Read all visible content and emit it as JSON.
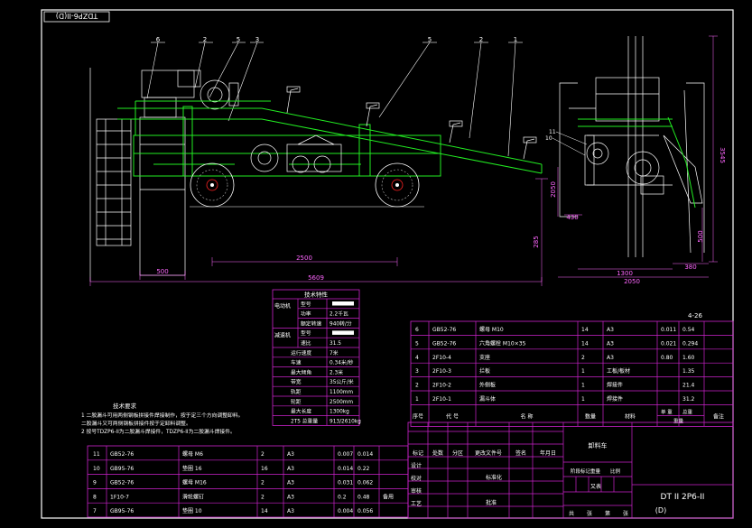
{
  "colors": {
    "background": "#000000",
    "frame": "#ffffff",
    "table": "#cc22cc",
    "structure": "#22ee22",
    "text": "#ffffff",
    "dimension": "#ff66ff",
    "detail": "#bbbbbb",
    "accent": "#ff2222"
  },
  "drawing": {
    "header_code": "TDZP6-II(D)",
    "sheet_count": "4-26",
    "part_title": "卸料车",
    "drawing_number": "DT II 2P6-II",
    "drawing_sub": "(D)"
  },
  "callouts": [
    "6",
    "2",
    "5",
    "3",
    "5",
    "2",
    "1"
  ],
  "dimensions": {
    "front": [
      "500",
      "2500",
      "5609",
      "285"
    ],
    "side": [
      "1300",
      "2050",
      "380",
      "2050",
      "3545",
      "500",
      "430"
    ],
    "side_callouts": [
      "11",
      "10"
    ]
  },
  "tech_params": {
    "title": "技术特性",
    "rows": [
      {
        "group": "电动机",
        "label": "型号",
        "value": ""
      },
      {
        "group": "",
        "label": "功率",
        "value": "2.2千瓦"
      },
      {
        "group": "",
        "label": "额定转速",
        "value": "940转/分"
      },
      {
        "group": "减速机",
        "label": "型号",
        "value": ""
      },
      {
        "group": "",
        "label": "速比",
        "value": "31.5"
      },
      {
        "group": "",
        "label": "运行速度",
        "value": "7米"
      },
      {
        "group": "",
        "label": "车速",
        "value": "0.34米/秒"
      },
      {
        "group": "",
        "label": "最大倾角",
        "value": "2.3米"
      },
      {
        "group": "",
        "label": "带宽",
        "value": "35公斤/米"
      },
      {
        "group": "",
        "label": "轨距",
        "value": "1100mm"
      },
      {
        "group": "",
        "label": "轮距",
        "value": "2500mm"
      },
      {
        "group": "",
        "label": "最大长度",
        "value": "1300kg"
      },
      {
        "group": "",
        "label": "2T5  总重量",
        "value": "913/2610kg"
      }
    ]
  },
  "tech_requirements": {
    "title": "技术要求",
    "lines": [
      "1  二胶漏斗可用两侧钢板拼接件焊接制作，按于定三个方向调整卸料。",
      "二胶漏斗又可两侧钢板拼接件按于定卸料调整。",
      "2  按号TDZP6-II为二胶漏斗焊接件，TDZP6-II为二胶漏斗焊接件。"
    ]
  },
  "parts_upper": {
    "rows": [
      {
        "no": "6",
        "code": "GB52-76",
        "name": "螺母 M10",
        "qty": "14",
        "mat": "A3",
        "w1": "0.011",
        "w2": "0.54",
        "note": ""
      },
      {
        "no": "5",
        "code": "GB52-76",
        "name": "六角螺栓 M10×35",
        "qty": "14",
        "mat": "A3",
        "w1": "0.021",
        "w2": "0.294",
        "note": ""
      },
      {
        "no": "4",
        "code": "2F10-4",
        "name": "支座",
        "qty": "2",
        "mat": "A3",
        "w1": "0.80",
        "w2": "1.60",
        "note": ""
      },
      {
        "no": "3",
        "code": "2F10-3",
        "name": "拦板",
        "qty": "1",
        "mat": "工板/板材",
        "w1": "",
        "w2": "1.35",
        "note": ""
      },
      {
        "no": "2",
        "code": "2F10-2",
        "name": "外侧板",
        "qty": "1",
        "mat": "焊接件",
        "w1": "",
        "w2": "21.4",
        "note": ""
      },
      {
        "no": "1",
        "code": "2F10-1",
        "name": "漏斗体",
        "qty": "1",
        "mat": "焊接件",
        "w1": "",
        "w2": "31.2",
        "note": ""
      }
    ],
    "header": {
      "no": "序号",
      "code": "代  号",
      "name": "名  称",
      "qty": "数量",
      "mat": "材料",
      "w1": "单  重",
      "w2": "总重",
      "weight": "重量",
      "note": "备注"
    }
  },
  "parts_lower": {
    "rows": [
      {
        "no": "11",
        "code": "GB52-76",
        "name": "螺母 M6",
        "qty": "2",
        "mat": "A3",
        "w1": "0.007",
        "w2": "0.014",
        "note": ""
      },
      {
        "no": "10",
        "code": "GB95-76",
        "name": "垫圈 16",
        "qty": "16",
        "mat": "A3",
        "w1": "0.014",
        "w2": "0.22",
        "note": ""
      },
      {
        "no": "9",
        "code": "GB52-76",
        "name": "螺母 M16",
        "qty": "2",
        "mat": "A3",
        "w1": "0.031",
        "w2": "0.062",
        "note": ""
      },
      {
        "no": "8",
        "code": "1F10-7",
        "name": "滑轮螺钉",
        "qty": "2",
        "mat": "A3",
        "w1": "0.2",
        "w2": "0.48",
        "note": "备用"
      },
      {
        "no": "7",
        "code": "GB95-76",
        "name": "垫圈 10",
        "qty": "14",
        "mat": "A3",
        "w1": "0.004",
        "w2": "0.056",
        "note": ""
      }
    ]
  },
  "title_block": {
    "rev_headers": [
      "标记",
      "处数",
      "分区",
      "更改文件号",
      "签名",
      "年月日"
    ],
    "roles": [
      "设计",
      "校对",
      "审核",
      "工艺"
    ],
    "right_roles": [
      "标准化",
      "批准"
    ],
    "stage_headers": [
      "阶段标记",
      "重量",
      "比例"
    ],
    "sheet": [
      "共",
      "张",
      "第",
      "张"
    ],
    "weight_hint": "又表"
  }
}
